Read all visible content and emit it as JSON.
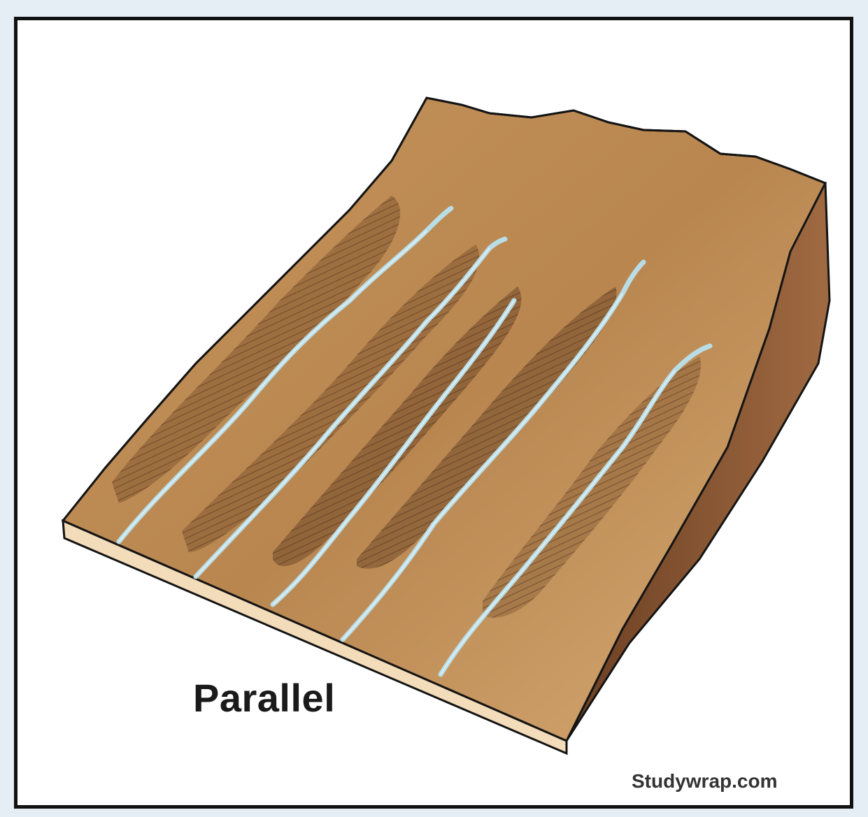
{
  "diagram": {
    "label": "Parallel",
    "credit": "Studywrap.com",
    "colors": {
      "terrain_light": "#c99a5f",
      "terrain_mid": "#a9743f",
      "terrain_dark": "#4a2a14",
      "river": "#b9dde6",
      "cliff": "#8a5a35",
      "base": "#f3dcb9",
      "outline": "#141414"
    },
    "icons": [
      "terrain-block",
      "river-channel"
    ]
  }
}
